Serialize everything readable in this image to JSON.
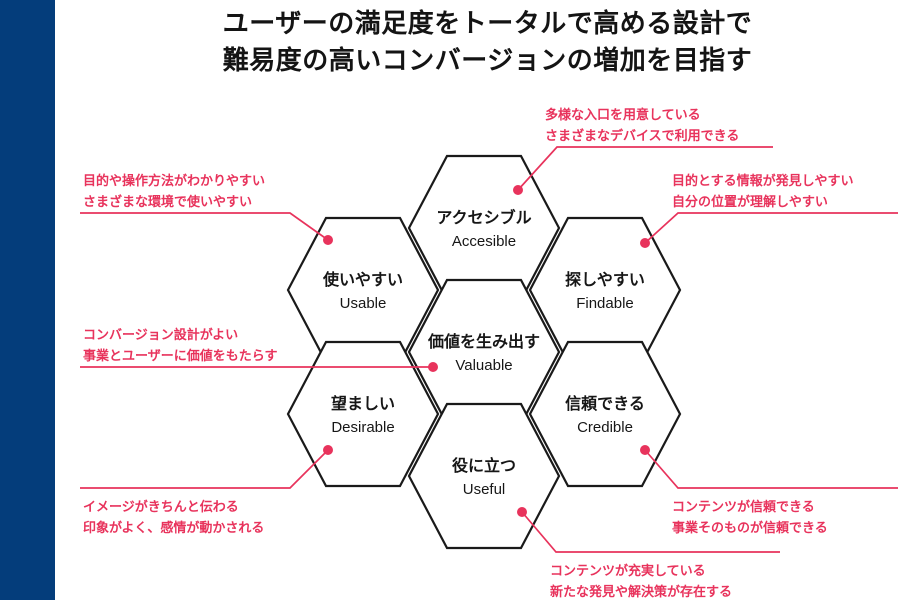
{
  "title": {
    "line1": "ユーザーの満足度をトータルで高める設計で",
    "line2": "難易度の高いコンバージョンの増加を目指す"
  },
  "colors": {
    "sidebar": "#043D7B",
    "accent": "#E8335C",
    "hex_stroke": "#1a1a1a",
    "text": "#161616"
  },
  "diagram": {
    "type": "honeycomb",
    "hexagons": [
      {
        "id": "accesible",
        "jp": "アクセシブル",
        "en": "Accesible"
      },
      {
        "id": "usable",
        "jp": "使いやすい",
        "en": "Usable"
      },
      {
        "id": "findable",
        "jp": "探しやすい",
        "en": "Findable"
      },
      {
        "id": "valuable",
        "jp": "価値を生み出す",
        "en": "Valuable"
      },
      {
        "id": "desirable",
        "jp": "望ましい",
        "en": "Desirable"
      },
      {
        "id": "credible",
        "jp": "信頼できる",
        "en": "Credible"
      },
      {
        "id": "useful",
        "jp": "役に立つ",
        "en": "Useful"
      }
    ],
    "notes": [
      {
        "id": "note-accesible",
        "line1": "多様な入口を用意している",
        "line2": "さまざまなデバイスで利用できる"
      },
      {
        "id": "note-usable",
        "line1": "目的や操作方法がわかりやすい",
        "line2": "さまざまな環境で使いやすい"
      },
      {
        "id": "note-findable",
        "line1": "目的とする情報が発見しやすい",
        "line2": "自分の位置が理解しやすい"
      },
      {
        "id": "note-valuable",
        "line1": "コンバージョン設計がよい",
        "line2": "事業とユーザーに価値をもたらす"
      },
      {
        "id": "note-desirable",
        "line1": "イメージがきちんと伝わる",
        "line2": "印象がよく、感情が動かされる"
      },
      {
        "id": "note-credible",
        "line1": "コンテンツが信頼できる",
        "line2": "事業そのものが信頼できる"
      },
      {
        "id": "note-useful",
        "line1": "コンテンツが充実している",
        "line2": "新たな発見や解決策が存在する"
      }
    ]
  }
}
